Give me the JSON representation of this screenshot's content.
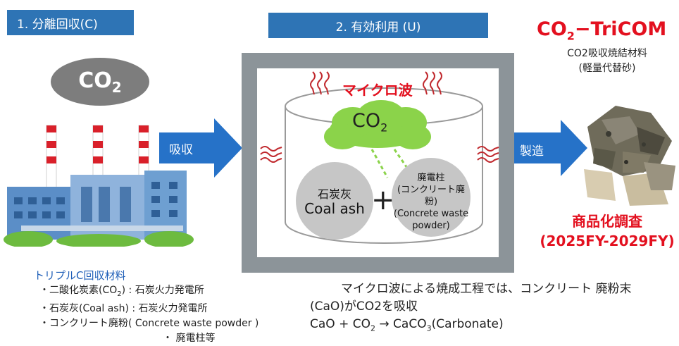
{
  "headers": {
    "separation": "1. 分離回収(C)",
    "utilization": "2. 有効利用 (U)"
  },
  "gas_bubble": {
    "co2_main": "CO",
    "co2_sub": "2"
  },
  "arrows": {
    "absorb": "吸収",
    "manufacture": "製造"
  },
  "chamber": {
    "microwave": "マイクロ波",
    "cloud_main": "CO",
    "cloud_sub": "2",
    "coal_ash_jp": "石炭灰",
    "coal_ash_en": "Coal ash",
    "plus": "+",
    "pole_jp": "廃電柱",
    "pole_jp2": "(コンクリート廃粉)",
    "pole_en1": "(Concrete waste",
    "pole_en2": "powder)"
  },
  "product": {
    "title_a": "CO",
    "title_sub": "2",
    "title_b": "−TriCOM",
    "sub1": "CO2吸収焼結材料",
    "sub2": "(軽量代替砂)",
    "market_line1": "商品化調査",
    "market_line2": "(2025FY-2029FY)"
  },
  "materials": {
    "title": "トリプルC回収材料",
    "item1_a": "・二酸化炭素(CO",
    "item1_sub": "2",
    "item1_b": ")  :  石炭火力発電所",
    "item2": "・石炭灰(Coal ash)  :  石炭火力発電所",
    "item3": "・コンクリート廃粉( Concrete waste powder )",
    "item4": "・ 廃電柱等"
  },
  "process": {
    "line1": "マイクロ波による焼成工程では、コンクリート 廃粉末",
    "line2": "(CaO)がCO2を吸収",
    "eq_a": "CaO  +  CO",
    "eq_sub1": "2",
    "eq_arrow": "  →  CaCO",
    "eq_sub2": "3",
    "eq_b": "(Carbonate)"
  },
  "colors": {
    "header_blue": "#2e74b5",
    "arrow_blue": "#2672c8",
    "chamber_gray": "#8c9499",
    "cloud_green": "#8bd34a",
    "accent_red": "#e3101f",
    "text_blue": "#1f5fb8"
  }
}
